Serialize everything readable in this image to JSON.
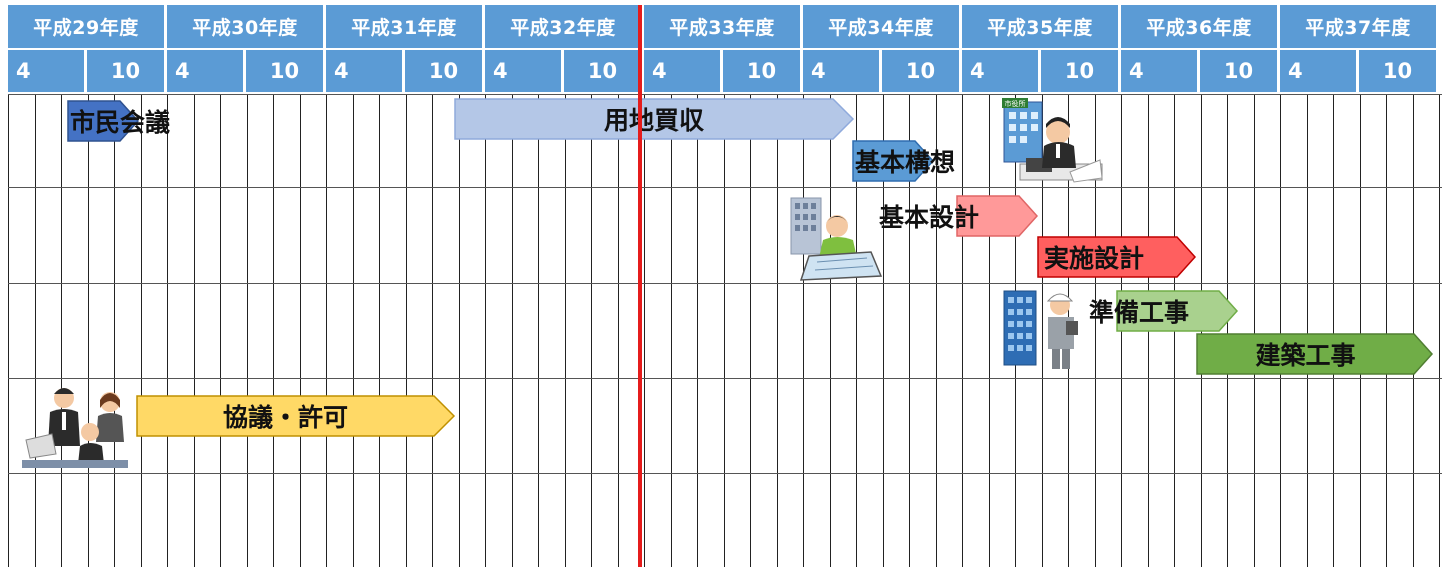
{
  "header": {
    "years": [
      "平成29年度",
      "平成30年度",
      "平成31年度",
      "平成32年度",
      "平成33年度",
      "平成34年度",
      "平成35年度",
      "平成36年度",
      "平成37年度"
    ],
    "month_labels": [
      "4",
      "10"
    ]
  },
  "tasks": [
    {
      "label": "市民会議",
      "color": "#4472c4"
    },
    {
      "label": "用地買収",
      "color": "#b4c7e7"
    },
    {
      "label": "基本構想",
      "color": "#5b9bd5"
    },
    {
      "label": "基本設計",
      "color": "#ff9999"
    },
    {
      "label": "実施設計",
      "color": "#ff5f5f"
    },
    {
      "label": "準備工事",
      "color": "#a9d18e"
    },
    {
      "label": "建築工事",
      "color": "#70ad47"
    },
    {
      "label": "協議・許可",
      "color": "#ffd966"
    }
  ],
  "today_marker": {
    "color": "#e51c1c"
  },
  "illustrations": [
    "city-hall-worker-icon",
    "architect-drafting-icon",
    "construction-worker-icon",
    "business-meeting-icon"
  ]
}
